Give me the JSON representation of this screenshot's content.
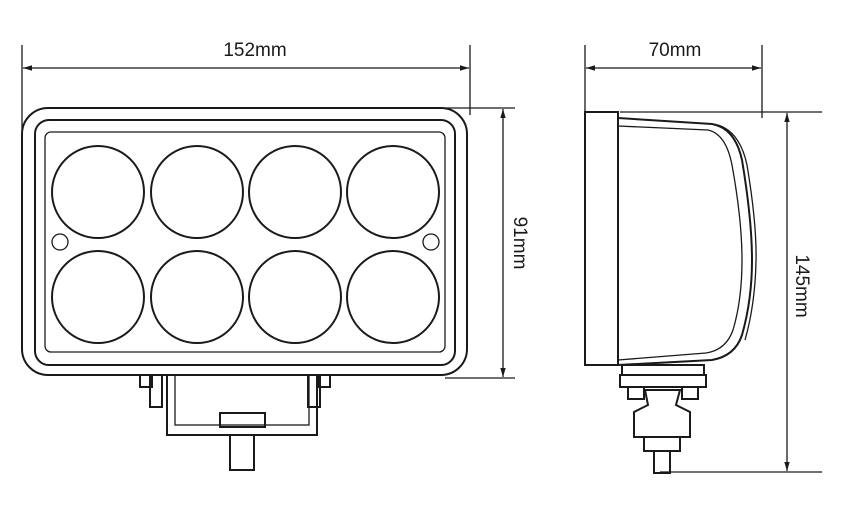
{
  "dimensions": {
    "front_width": "152mm",
    "front_height": "91mm",
    "side_depth": "70mm",
    "side_height": "145mm"
  },
  "colors": {
    "line": "#1a1a1a",
    "background": "#ffffff"
  }
}
